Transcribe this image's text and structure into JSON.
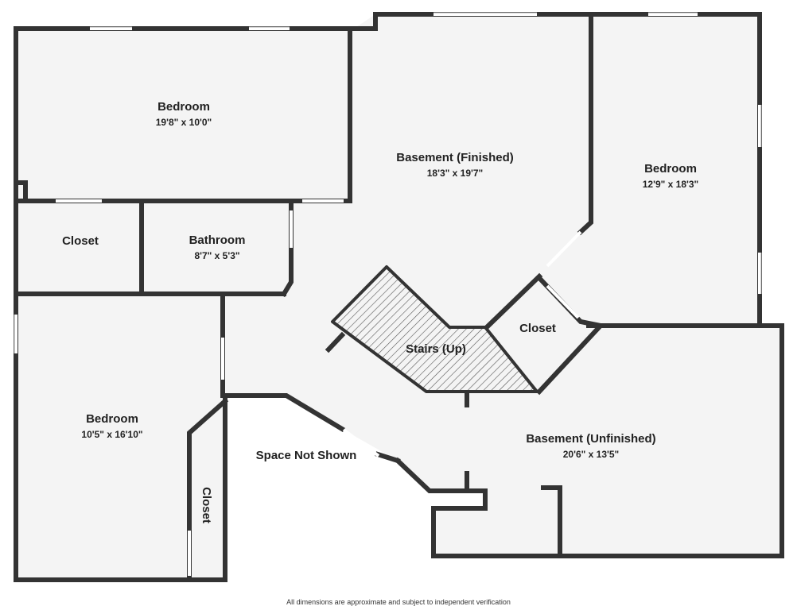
{
  "rooms": {
    "bedroom_top_left": {
      "name": "Bedroom",
      "dims": "19'8\" x 10'0\""
    },
    "basement_finished": {
      "name": "Basement (Finished)",
      "dims": "18'3\" x 19'7\""
    },
    "bedroom_right": {
      "name": "Bedroom",
      "dims": "12'9\" x 18'3\""
    },
    "closet_left": {
      "name": "Closet"
    },
    "bathroom": {
      "name": "Bathroom",
      "dims": "8'7\" x 5'3\""
    },
    "stairs": {
      "name": "Stairs (Up)"
    },
    "closet_middle": {
      "name": "Closet"
    },
    "bedroom_bottom_left": {
      "name": "Bedroom",
      "dims": "10'5\" x 16'10\""
    },
    "closet_vertical": {
      "name": "Closet"
    },
    "space_not_shown": {
      "name": "Space Not Shown"
    },
    "basement_unfinished": {
      "name": "Basement (Unfinished)",
      "dims": "20'6\" x 13'5\""
    }
  },
  "footer": "All dimensions are approximate and subject to independent verification",
  "colors": {
    "floor": "#f4f4f4",
    "wall": "#333333",
    "opening": "#ffffff",
    "text": "#222222",
    "hatch": "#555555"
  }
}
